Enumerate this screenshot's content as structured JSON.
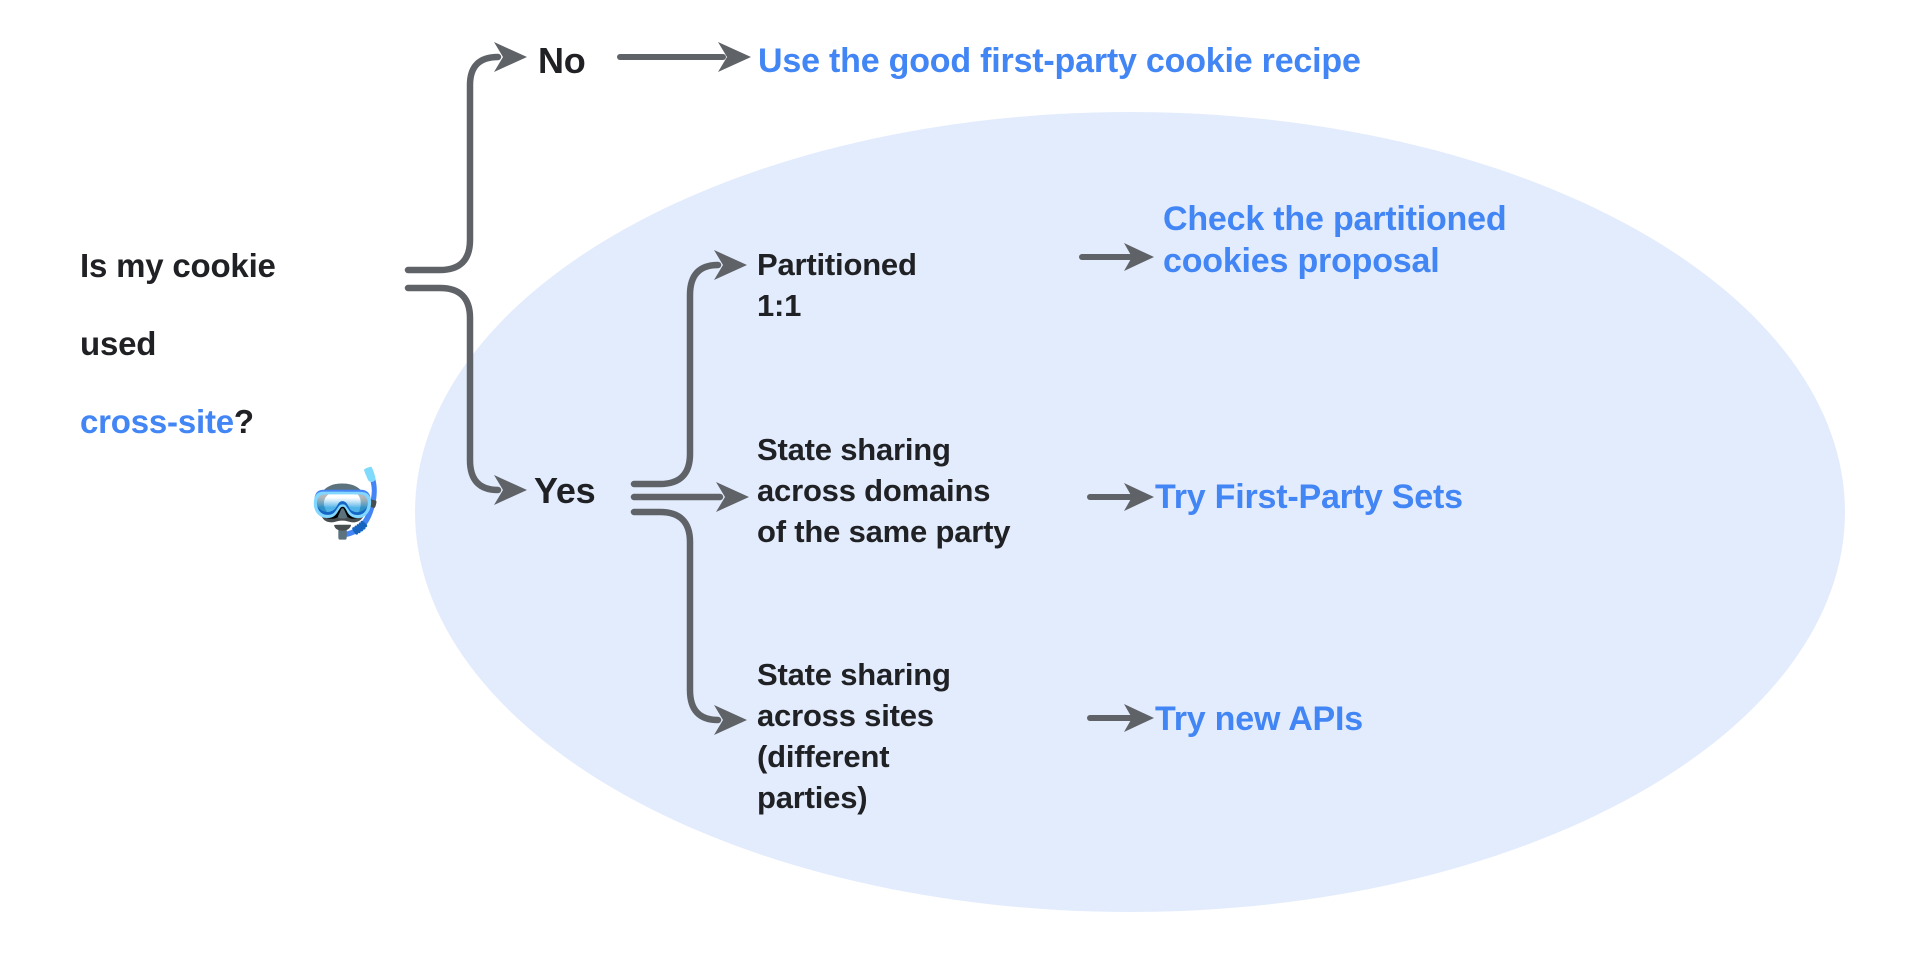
{
  "diagram": {
    "title": "Is my cookie used cross-site? decision flowchart",
    "colors": {
      "link_blue": "#4285f4",
      "text_dark": "#202124",
      "ellipse_fill": "#e3ecfd",
      "arrow_gray": "#5f6368",
      "background": "#ffffff"
    },
    "root_question": {
      "line1": "Is my cookie",
      "line2": "used",
      "accent": "cross-site",
      "suffix": "?"
    },
    "branches": [
      {
        "label": "No",
        "option": "",
        "outcome": "Use the good first-party cookie recipe",
        "outcome_lines": [
          "Use the good first-party cookie recipe"
        ],
        "outcome_is_link": true
      },
      {
        "label": "Yes",
        "option": "Partitioned\n1:1",
        "outcome": "Check the partitioned cookies proposal",
        "outcome_lines": [
          "Check the",
          "partitioned",
          "cookies proposal"
        ],
        "outcome_is_link": true
      },
      {
        "label": "",
        "option": "State sharing\nacross domains\nof the same party",
        "outcome": "Try First-Party Sets",
        "outcome_lines": [
          "Try First-Party Sets"
        ],
        "outcome_is_link": true
      },
      {
        "label": "",
        "option": "State sharing\nacross sites\n(different\nparties)",
        "outcome": "Try new APIs",
        "outcome_lines": [
          "Try new APIs"
        ],
        "outcome_is_link": true
      }
    ],
    "emoji": {
      "diving_mask": "🤿",
      "name": "diving-mask-emoji"
    }
  }
}
